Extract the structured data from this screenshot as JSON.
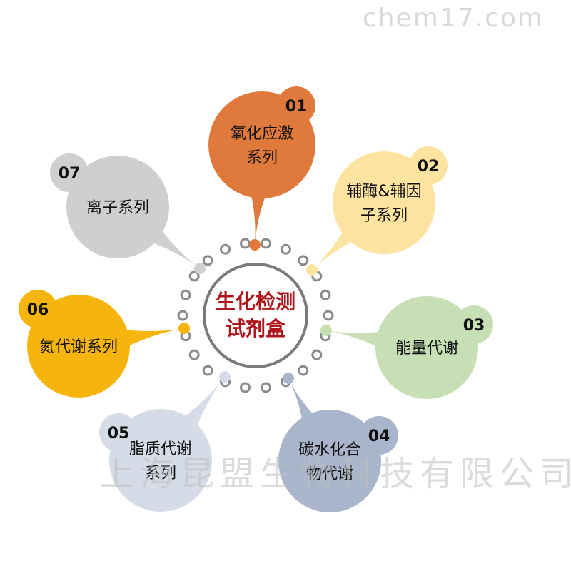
{
  "center": {
    "line1": "生化检测",
    "line2": "试剂盒",
    "text_color": "#b0151c"
  },
  "nodes": [
    {
      "number": "01",
      "lines": [
        "氧化应激",
        "系列"
      ],
      "color": "#e07a3c"
    },
    {
      "number": "02",
      "lines": [
        "辅酶&辅因",
        "子系列"
      ],
      "color": "#fde3a0"
    },
    {
      "number": "03",
      "lines": [
        "能量代谢"
      ],
      "color": "#c6dfb4"
    },
    {
      "number": "04",
      "lines": [
        "碳水化合",
        "物代谢"
      ],
      "color": "#a9b5cb"
    },
    {
      "number": "05",
      "lines": [
        "脂质代谢",
        "系列"
      ],
      "color": "#d5dce7"
    },
    {
      "number": "06",
      "lines": [
        "氮代谢系列"
      ],
      "color": "#f5b50c"
    },
    {
      "number": "07",
      "lines": [
        "离子系列"
      ],
      "color": "#d0cfcf"
    }
  ],
  "watermarks": {
    "top": "chem17.com",
    "bottom": "上海昆盟生物科技有限公司"
  }
}
